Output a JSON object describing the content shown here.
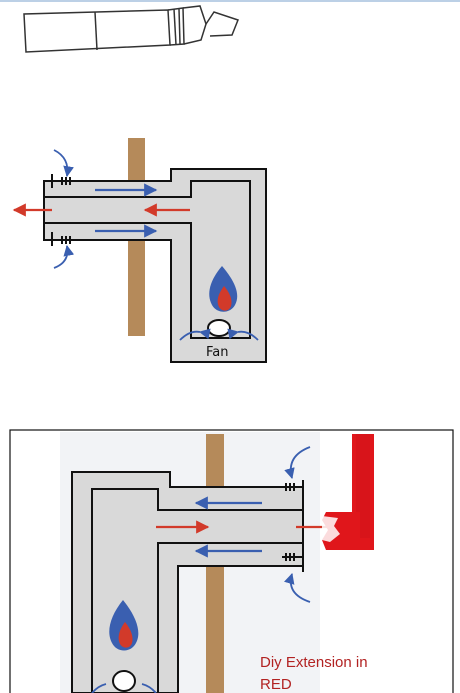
{
  "colors": {
    "wall": "#b58a5a",
    "pipe_fill": "#d9d9d9",
    "outline": "#111111",
    "air_in": "#3a5fb0",
    "exhaust": "#d23a2a",
    "flame_outer": "#3a5fb0",
    "flame_inner": "#d23a2a",
    "extension": "#e0161b",
    "label": "#b22222"
  },
  "icons": {
    "fan": "fan-icon",
    "flame": "flame-icon"
  },
  "diagram1": {
    "fan_label": "Fan"
  },
  "diagram2": {
    "extension_label_line1": "Diy Extension in",
    "extension_label_line2": "RED"
  }
}
